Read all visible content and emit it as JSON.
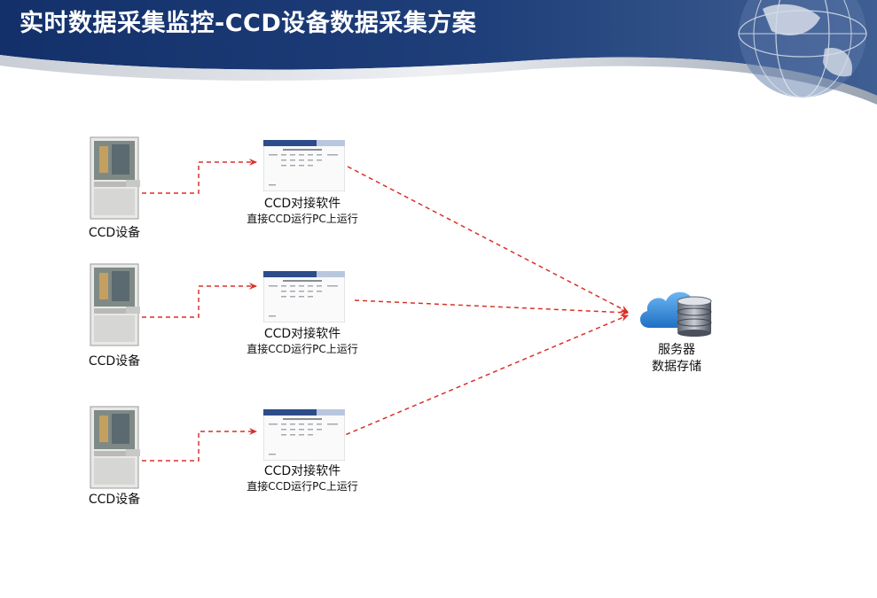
{
  "title": "实时数据采集监控-CCD设备数据采集方案",
  "rows": [
    {
      "device_label": "CCD设备",
      "software_label": "CCD对接软件",
      "software_sublabel": "直接CCD运行PC上运行"
    },
    {
      "device_label": "CCD设备",
      "software_label": "CCD对接软件",
      "software_sublabel": "直接CCD运行PC上运行"
    },
    {
      "device_label": "CCD设备",
      "software_label": "CCD对接软件",
      "software_sublabel": "直接CCD运行PC上运行"
    }
  ],
  "server": {
    "label_line1": "服务器",
    "label_line2": "数据存储"
  },
  "icons": {
    "device": "ccd-machine-icon",
    "software": "software-window-icon",
    "server": "cloud-database-icon"
  },
  "colors": {
    "banner": "#1f3a6b",
    "arrow": "#d9302a",
    "cloud": "#2f86d8"
  }
}
